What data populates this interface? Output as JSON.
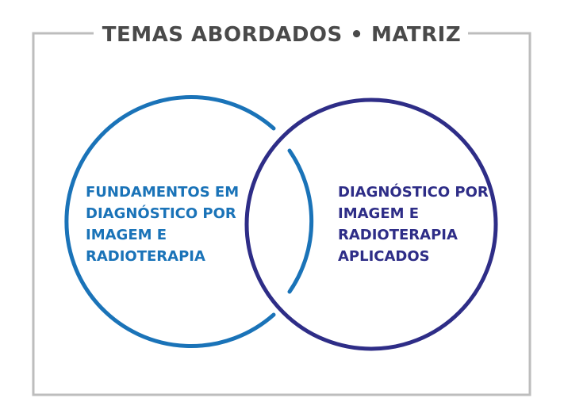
{
  "title": "TEMAS ABORDADOS • MATRIZ",
  "colors": {
    "frame": "#bdbdbd",
    "title": "#4a4a4a",
    "left_circle": "#1a73b8",
    "right_circle": "#2e2d87"
  },
  "left_set": {
    "lines": [
      "FUNDAMENTOS EM",
      "DIAGNÓSTICO POR",
      "IMAGEM E",
      "RADIOTERAPIA"
    ]
  },
  "right_set": {
    "lines": [
      "DIAGNÓSTICO POR",
      "IMAGEM E",
      "RADIOTERAPIA",
      "APLICADOS"
    ]
  }
}
